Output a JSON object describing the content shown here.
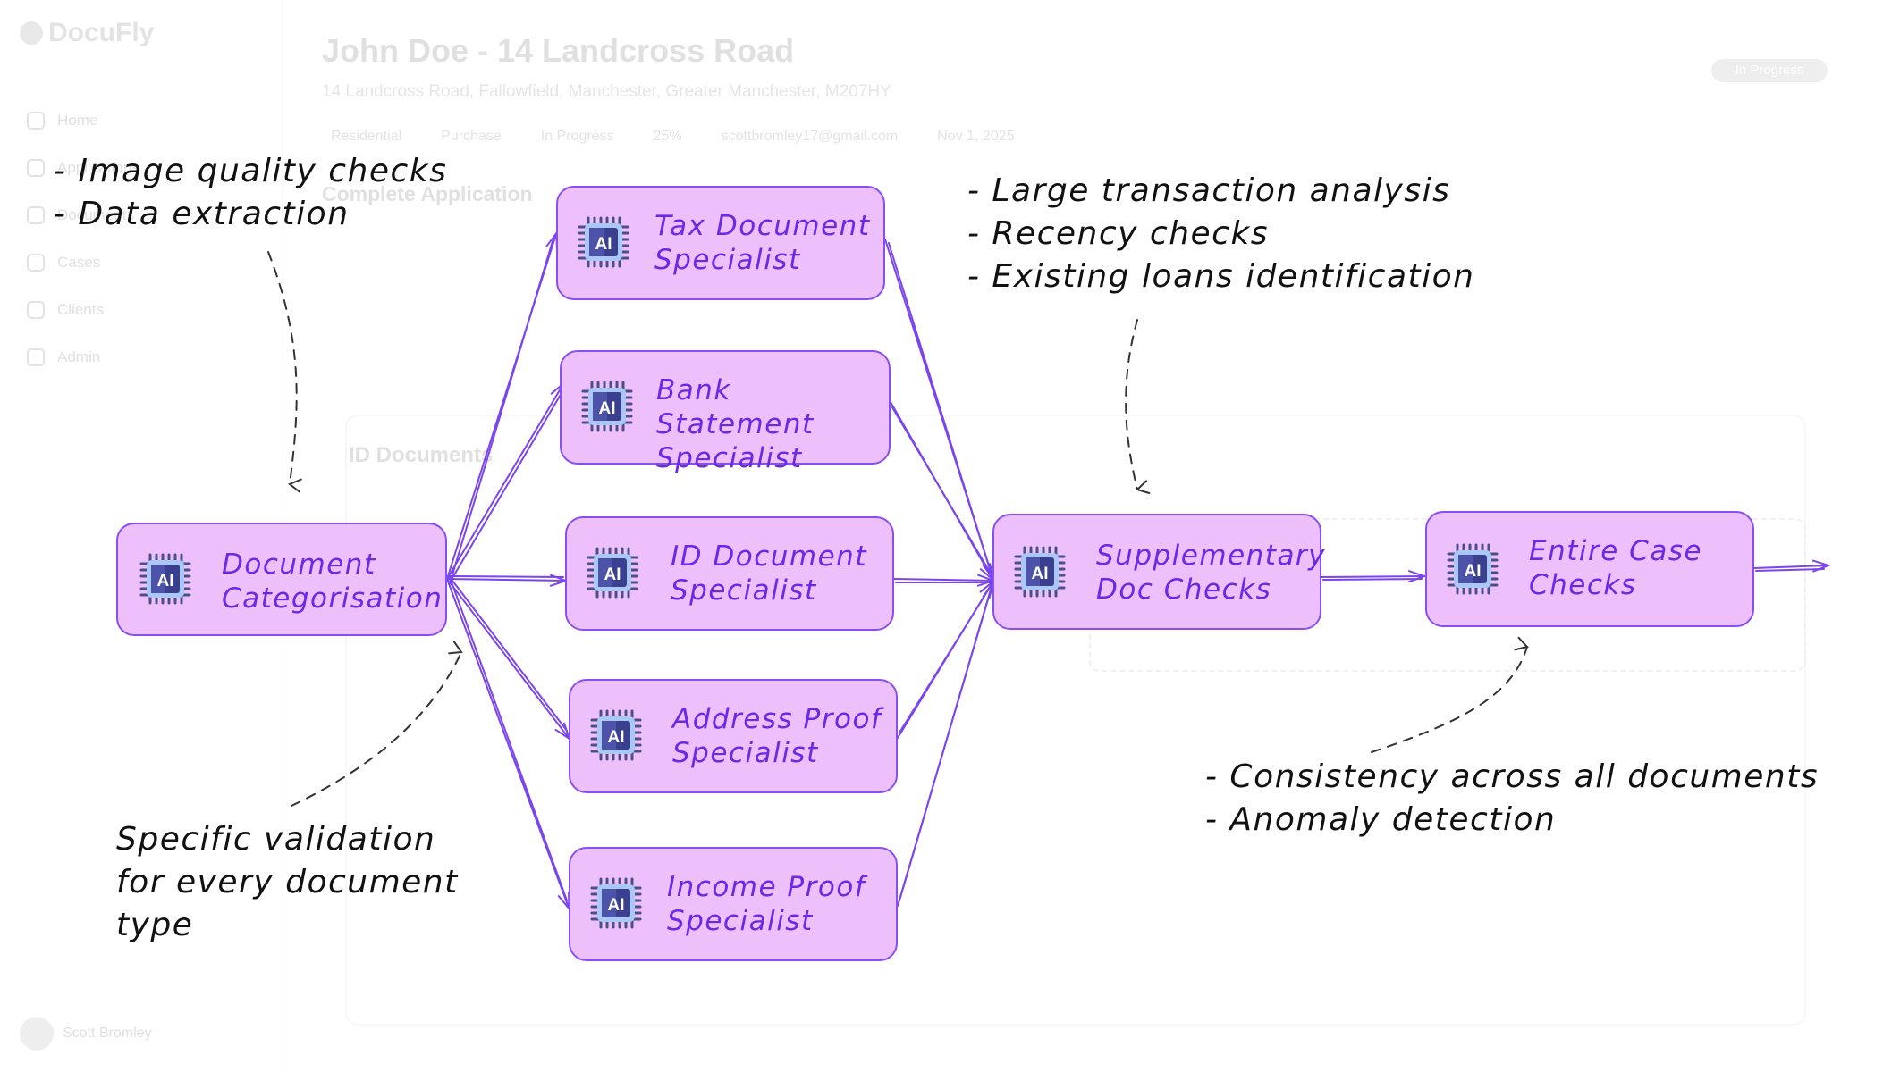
{
  "background_app": {
    "logo": "DocuFly",
    "nav": [
      "Home",
      "Applications",
      "Documents",
      "Cases",
      "Clients",
      "Admin"
    ],
    "case_title": "John Doe - 14 Landcross Road",
    "case_address": "14 Landcross Road, Fallowfield, Manchester, Greater Manchester, M207HY",
    "status_badge": "In Progress",
    "meta": [
      "Residential",
      "Purchase",
      "In Progress",
      "25%",
      "scottbromley17@gmail.com",
      "Nov 1, 2025"
    ],
    "section_title": "Complete Application",
    "card_title": "ID Documents",
    "user_name": "Scott Bromley"
  },
  "nodes": {
    "doc_categorisation": "Document\nCategorisation",
    "tax": "Tax Document\nSpecialist",
    "bank": "Bank Statement\nSpecialist",
    "id_doc": "ID Document\nSpecialist",
    "address": "Address Proof\nSpecialist",
    "income": "Income Proof\nSpecialist",
    "supplementary": "Supplementary\nDoc Checks",
    "entire_case": "Entire Case\nChecks"
  },
  "chip_label": "AI",
  "annotations": {
    "categorisation": [
      "- Image quality checks",
      "- Data extraction"
    ],
    "specific": [
      "Specific validation",
      "for every document",
      "type"
    ],
    "supplementary": [
      "- Large transaction analysis",
      "- Recency checks",
      "- Existing loans identification"
    ],
    "entire_case": [
      "- Consistency across all documents",
      "- Anomaly detection"
    ]
  },
  "colors": {
    "node_fill": "#edc0fb",
    "node_border": "#8a4ff2",
    "node_text": "#6a28e8",
    "edge": "#7b45ee",
    "chip_body": "#3a3f8f",
    "chip_frame": "#a9c8f5"
  }
}
